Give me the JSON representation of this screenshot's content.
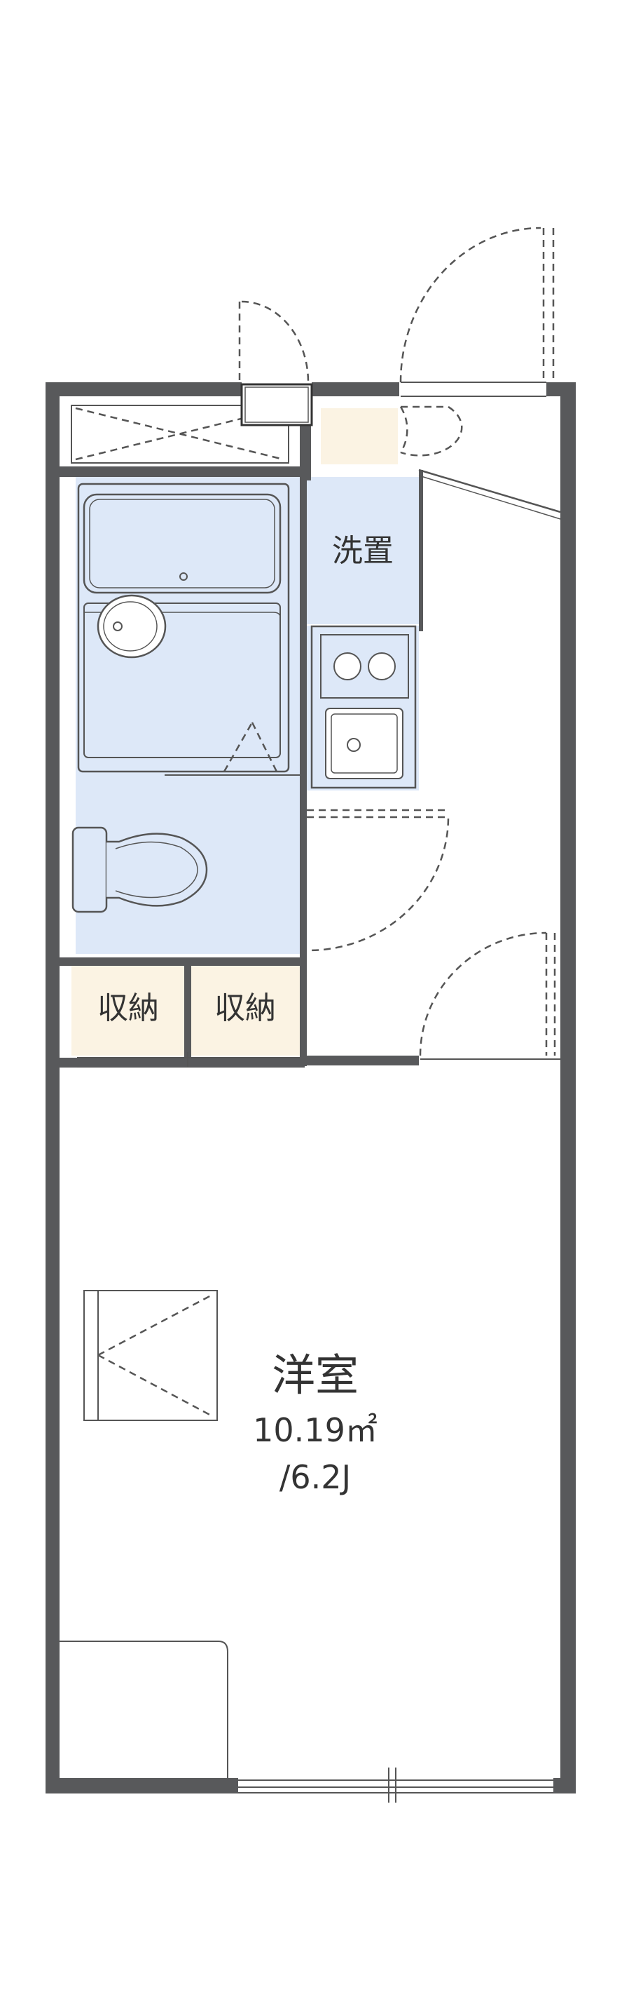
{
  "rooms": {
    "western_room": {
      "name": "洋室",
      "area": "10.19㎡",
      "tatami": "/6.2J"
    },
    "washroom": {
      "name": "洗置"
    },
    "storage_1": {
      "name": "収納"
    },
    "storage_2": {
      "name": "収納"
    }
  },
  "colors": {
    "wall": "#58595b",
    "wet_area": "#dde8f8",
    "storage": "#fbf3e3",
    "line": "#555555"
  }
}
